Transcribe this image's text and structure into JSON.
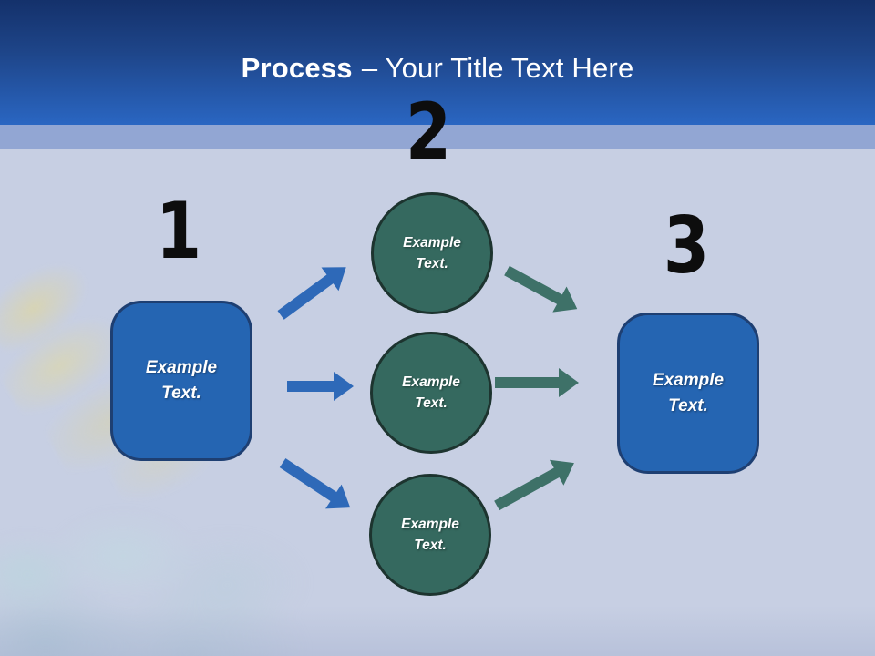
{
  "title": {
    "emphasis": "Process",
    "rest": "– Your Title Text Here"
  },
  "step_numbers": [
    "1",
    "2",
    "3"
  ],
  "left_box": {
    "line1": "Example",
    "line2": "Text."
  },
  "right_box": {
    "line1": "Example",
    "line2": "Text."
  },
  "circles": [
    {
      "line1": "Example",
      "line2": "Text."
    },
    {
      "line1": "Example",
      "line2": "Text."
    },
    {
      "line1": "Example",
      "line2": "Text."
    }
  ],
  "arrows": {
    "blue": [
      "arrow-up-right",
      "arrow-right",
      "arrow-down-right"
    ],
    "teal": [
      "arrow-down-right",
      "arrow-right",
      "arrow-up-right"
    ]
  },
  "colors": {
    "header_top": "#14316b",
    "header_bottom": "#2a66c2",
    "accent_band": "#92a6d3",
    "background": "#c7cfe3",
    "box_fill": "#2565b2",
    "box_border": "#1e3f72",
    "circle_fill": "#35695f",
    "circle_border": "#1d342f",
    "arrow_blue": "#2e69b8",
    "arrow_teal": "#3e7168",
    "number_color": "#0d0d0d",
    "title_color": "#ffffff"
  }
}
